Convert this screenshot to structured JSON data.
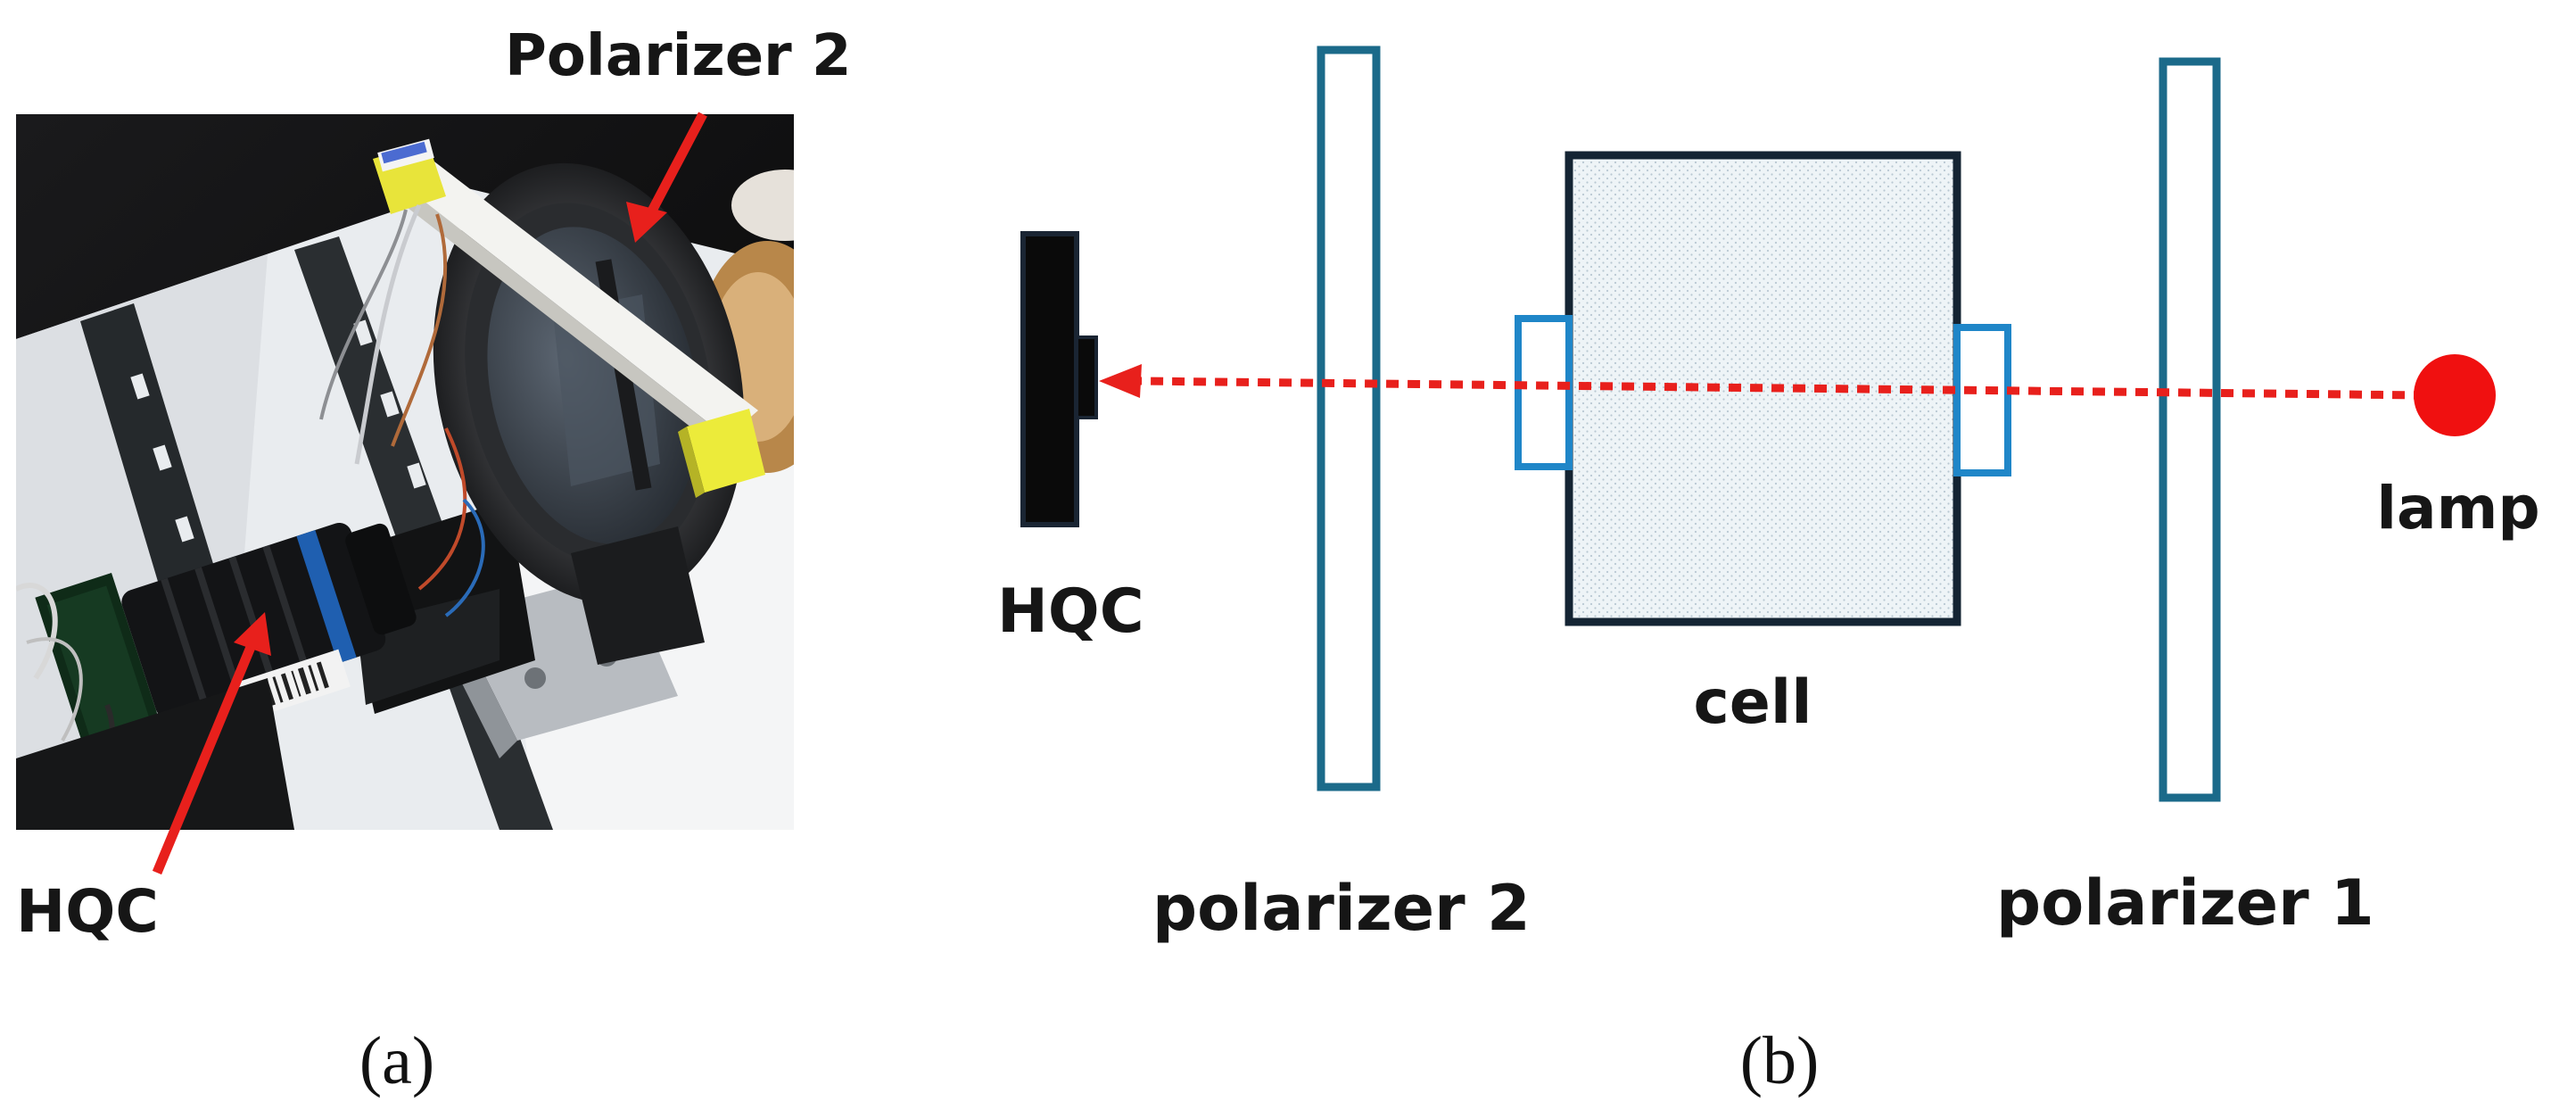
{
  "panel_a": {
    "caption": "(a)",
    "labels": {
      "polarizer": "Polarizer 2",
      "camera": "HQC"
    },
    "arrow_color": "#e8201c"
  },
  "panel_b": {
    "caption": "(b)",
    "labels": {
      "camera": "HQC",
      "polarizer_2": "polarizer 2",
      "cell": "cell",
      "polarizer_1": "polarizer 1",
      "lamp": "lamp"
    },
    "colors": {
      "polarizer_stroke": "#1b6a8a",
      "window_stroke": "#1f86c8",
      "cell_stroke": "#142433",
      "beam": "#e8201c",
      "lamp": "#f01010",
      "camera": "#0a0a0a"
    }
  }
}
